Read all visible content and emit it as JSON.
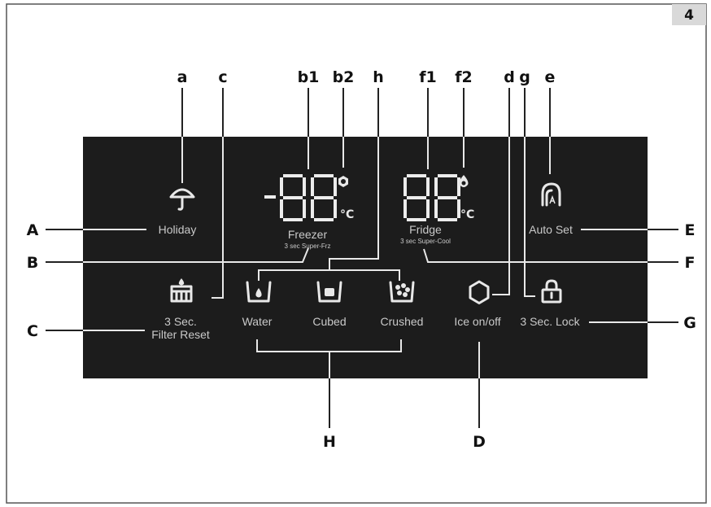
{
  "page_number": "4",
  "controls": {
    "holiday": "Holiday",
    "freezer": "Freezer",
    "freezer_sub": "3 sec Super-Frz",
    "fridge": "Fridge",
    "fridge_sub": "3 sec Super-Cool",
    "auto_set": "Auto Set",
    "filter_line1": "3 Sec.",
    "filter_line2": "Filter Reset",
    "water": "Water",
    "cubed": "Cubed",
    "crushed": "Crushed",
    "ice": "Ice on/off",
    "lock": "3 Sec. Lock"
  },
  "display": {
    "freezer_digits": "-88",
    "fridge_digits": "88",
    "unit": "°C"
  },
  "callouts": {
    "top": {
      "a": "a",
      "c": "c",
      "b1": "b1",
      "b2": "b2",
      "h": "h",
      "f1": "f1",
      "f2": "f2",
      "d": "d",
      "g": "g",
      "e": "e"
    },
    "side": {
      "A": "A",
      "B": "B",
      "C": "C",
      "D": "D",
      "E": "E",
      "F": "F",
      "G": "G",
      "H": "H"
    }
  },
  "colors": {
    "panel": "#1c1c1c",
    "panel_text": "#c9c9c9",
    "lines": "#222222",
    "light": "#e8e8e8"
  }
}
